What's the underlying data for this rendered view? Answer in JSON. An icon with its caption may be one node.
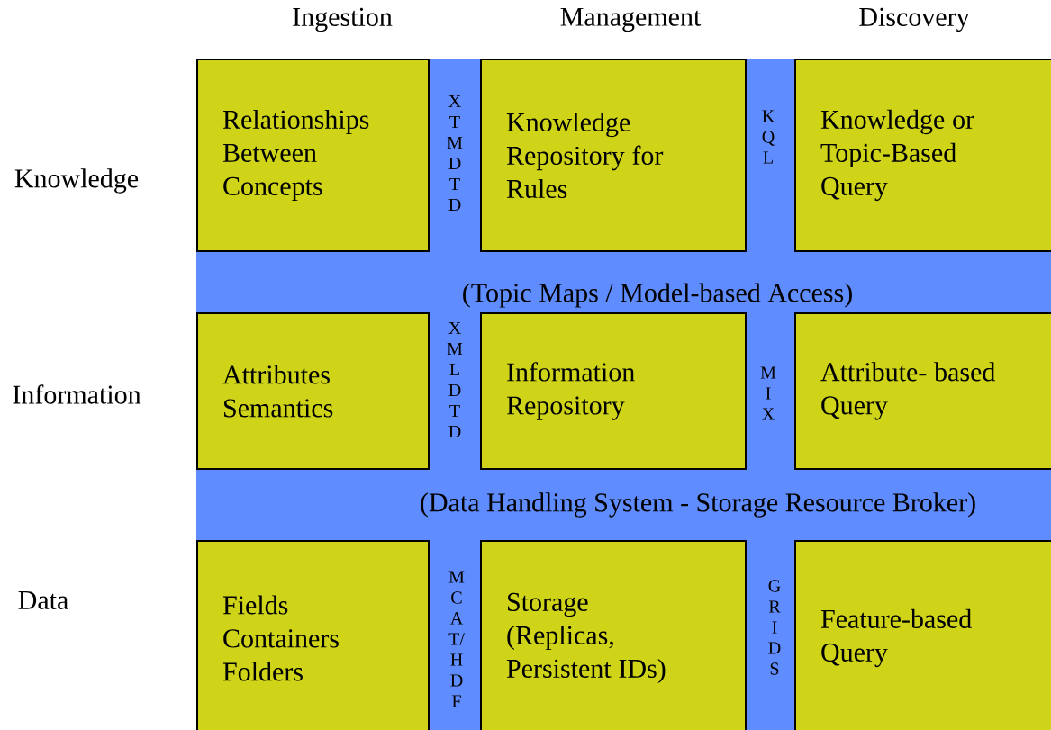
{
  "diagram": {
    "nodes": [
      {
        "text": [
          "Relationships Between Concepts"
        ]
      },
      {
        "text": [
          "Knowledge Repository for Rules"
        ]
      },
      {
        "text": [
          "Knowledge or Topic-Based Query"
        ]
      },
      {
        "text": [
          "Attributes Semantics"
        ]
      },
      {
        "text": [
          "Information Repository"
        ]
      },
      {
        "text": [
          "Attribute- based Query"
        ]
      },
      {
        "text": [
          "Fields Containers Folders"
        ]
      },
      {
        "text": [
          "Storage (Replicas, Persistent IDs)"
        ]
      },
      {
        "text": [
          "Feature-based Query"
        ]
      }
    ],
    "labels": [
      "Ingestion",
      "Management",
      "Discovery",
      "Knowledge",
      "XTMDTD",
      "KQL",
      "(Topic Maps / Model-based Access)",
      "Information",
      "XMLDTD",
      "MIX",
      "(Data Handling System - Storage Resource Broker)",
      "Data",
      "MCAT/HDF",
      "GRIDS"
    ]
  }
}
